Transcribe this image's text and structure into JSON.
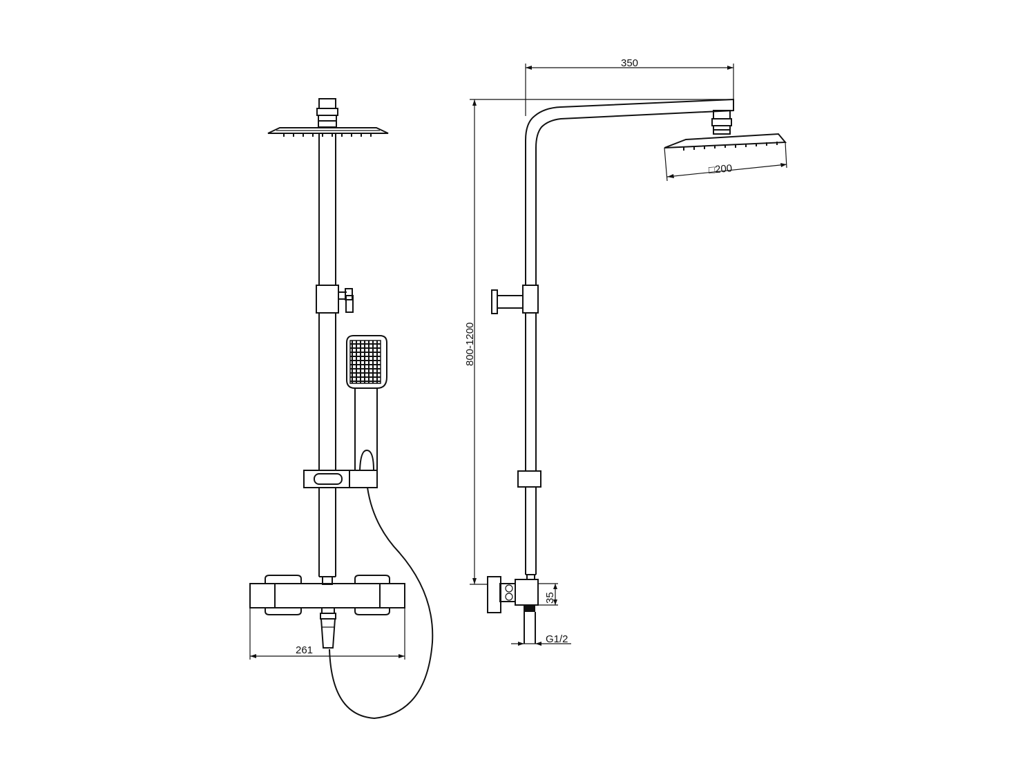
{
  "dimensions": {
    "arm_length": "350",
    "height_range": "800-1200",
    "head_size": "□200",
    "mixer_width": "261",
    "wall_offset": "35",
    "thread": "G1/2"
  }
}
